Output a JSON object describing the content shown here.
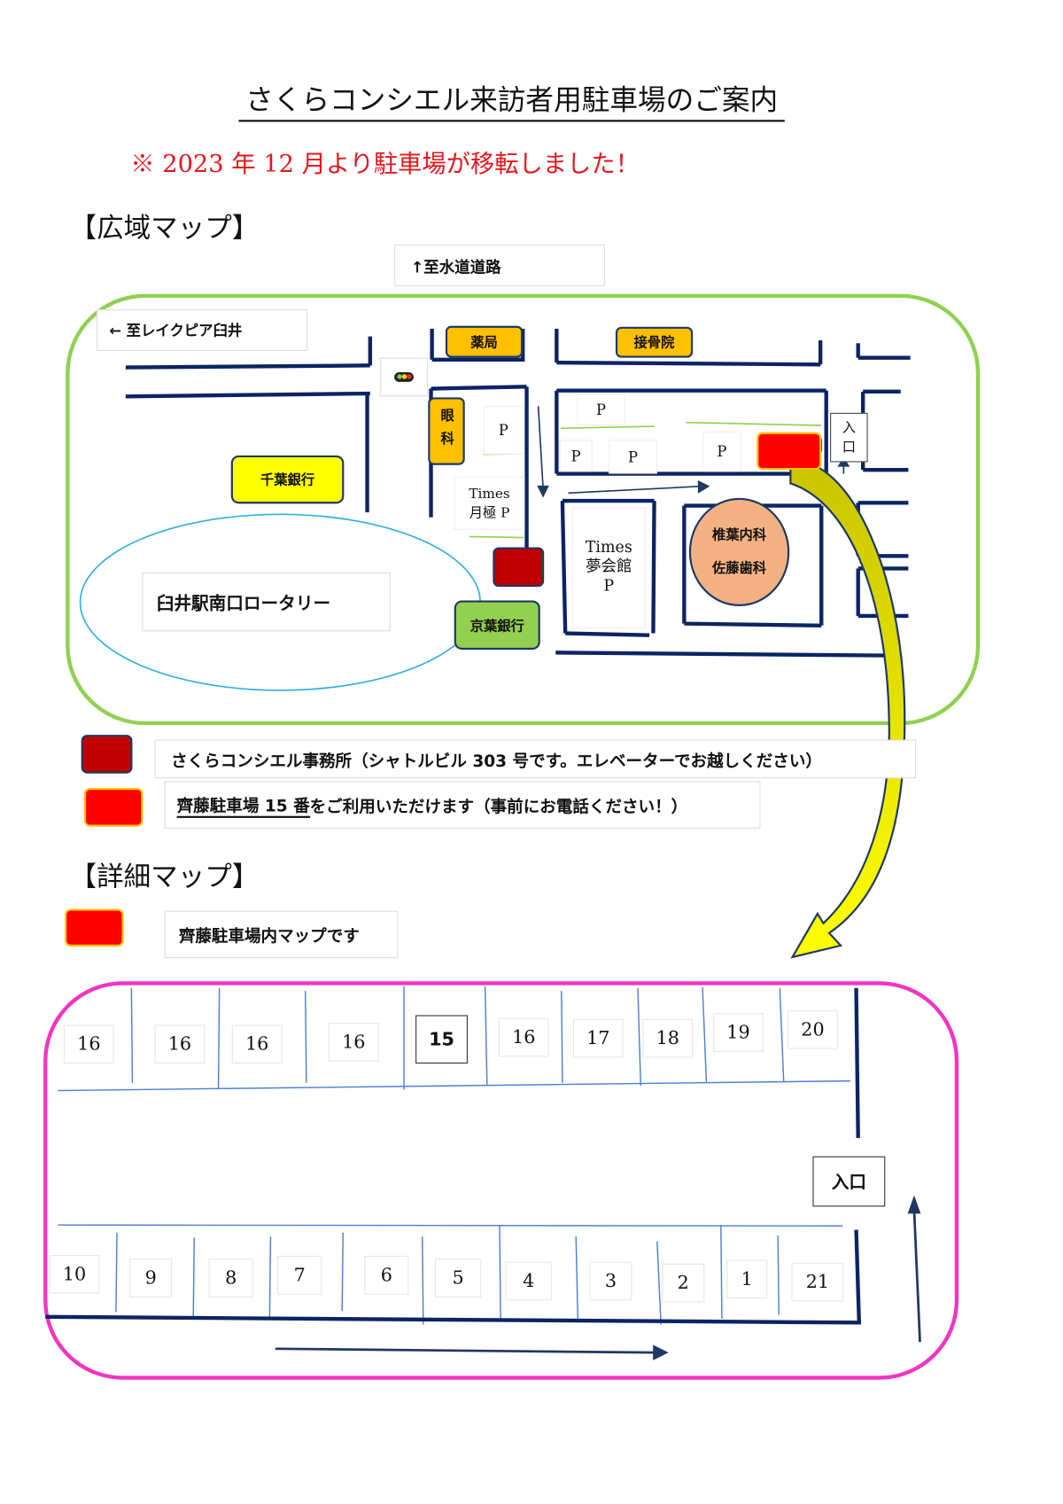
{
  "title": "さくらコンシエル来訪者用駐車場のご案内",
  "notice": "※ 2023 年 12 月より駐車場が移転しました！",
  "wide_map": {
    "heading": "【広域マップ】",
    "to_north": "↑至水道道路",
    "to_west": "←  至レイクピア臼井",
    "pharmacy": "薬局",
    "bonesetter": "接骨院",
    "eye_clinic": "眼科",
    "chiba_bank": "千葉銀行",
    "keiyo_bank": "京葉銀行",
    "rotary": "臼井駅南口ロータリー",
    "times_monthly": [
      "Times",
      "月極 P"
    ],
    "times_yumekaikan": [
      "Times",
      "夢会館",
      "P"
    ],
    "clinic": [
      "椎葉内科",
      "佐藤歯科"
    ],
    "parking_p": "P",
    "entrance": [
      "入",
      "口"
    ]
  },
  "legend": {
    "office": "さくらコンシエル事務所（シャトルビル 303 号です。エレベーターでお越しください）",
    "parking_underlined": "齊藤駐車場 15 番",
    "parking_rest": "をご利用いただけます（事前にお電話ください！）"
  },
  "detail_map": {
    "heading": "【詳細マップ】",
    "caption": "齊藤駐車場内マップです",
    "entrance": "入口",
    "top_row": [
      "16",
      "16",
      "16",
      "16",
      "15",
      "16",
      "17",
      "18",
      "19",
      "20"
    ],
    "bottom_row": [
      "10",
      "9",
      "8",
      "7",
      "6",
      "5",
      "4",
      "3",
      "2",
      "1",
      "21"
    ],
    "highlighted_stall": "15"
  },
  "colors": {
    "road": "#0b2463",
    "wide_frame": "#8fd14f",
    "detail_frame": "#f035c3",
    "office": "#c00000",
    "parking": "#ff0000",
    "notice": "#e8141b"
  }
}
